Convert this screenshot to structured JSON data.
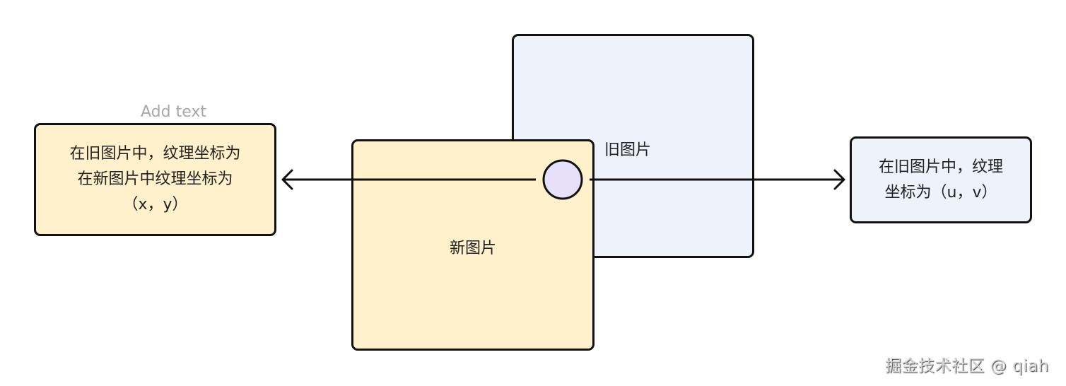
{
  "diagram": {
    "old_image": {
      "label": "旧图片",
      "fill": "#eef2fb"
    },
    "new_image": {
      "label": "新图片",
      "fill": "#fff1cc"
    },
    "sample_point": {
      "fill": "#e6e0fa"
    },
    "left_note": {
      "label": "在旧图片中，纹理坐标为\n在新图片中纹理坐标为\n（x，y）",
      "fill": "#fff1cc",
      "caption": "Add text"
    },
    "right_note": {
      "label": "在旧图片中，纹理\n坐标为（u，v）",
      "fill": "#eef2fb"
    },
    "arrows": [
      {
        "from": "sample_point",
        "to": "left_note",
        "direction": "left"
      },
      {
        "from": "sample_point",
        "to": "right_note",
        "direction": "right"
      }
    ]
  },
  "watermark": "掘金技术社区 @ qiah"
}
